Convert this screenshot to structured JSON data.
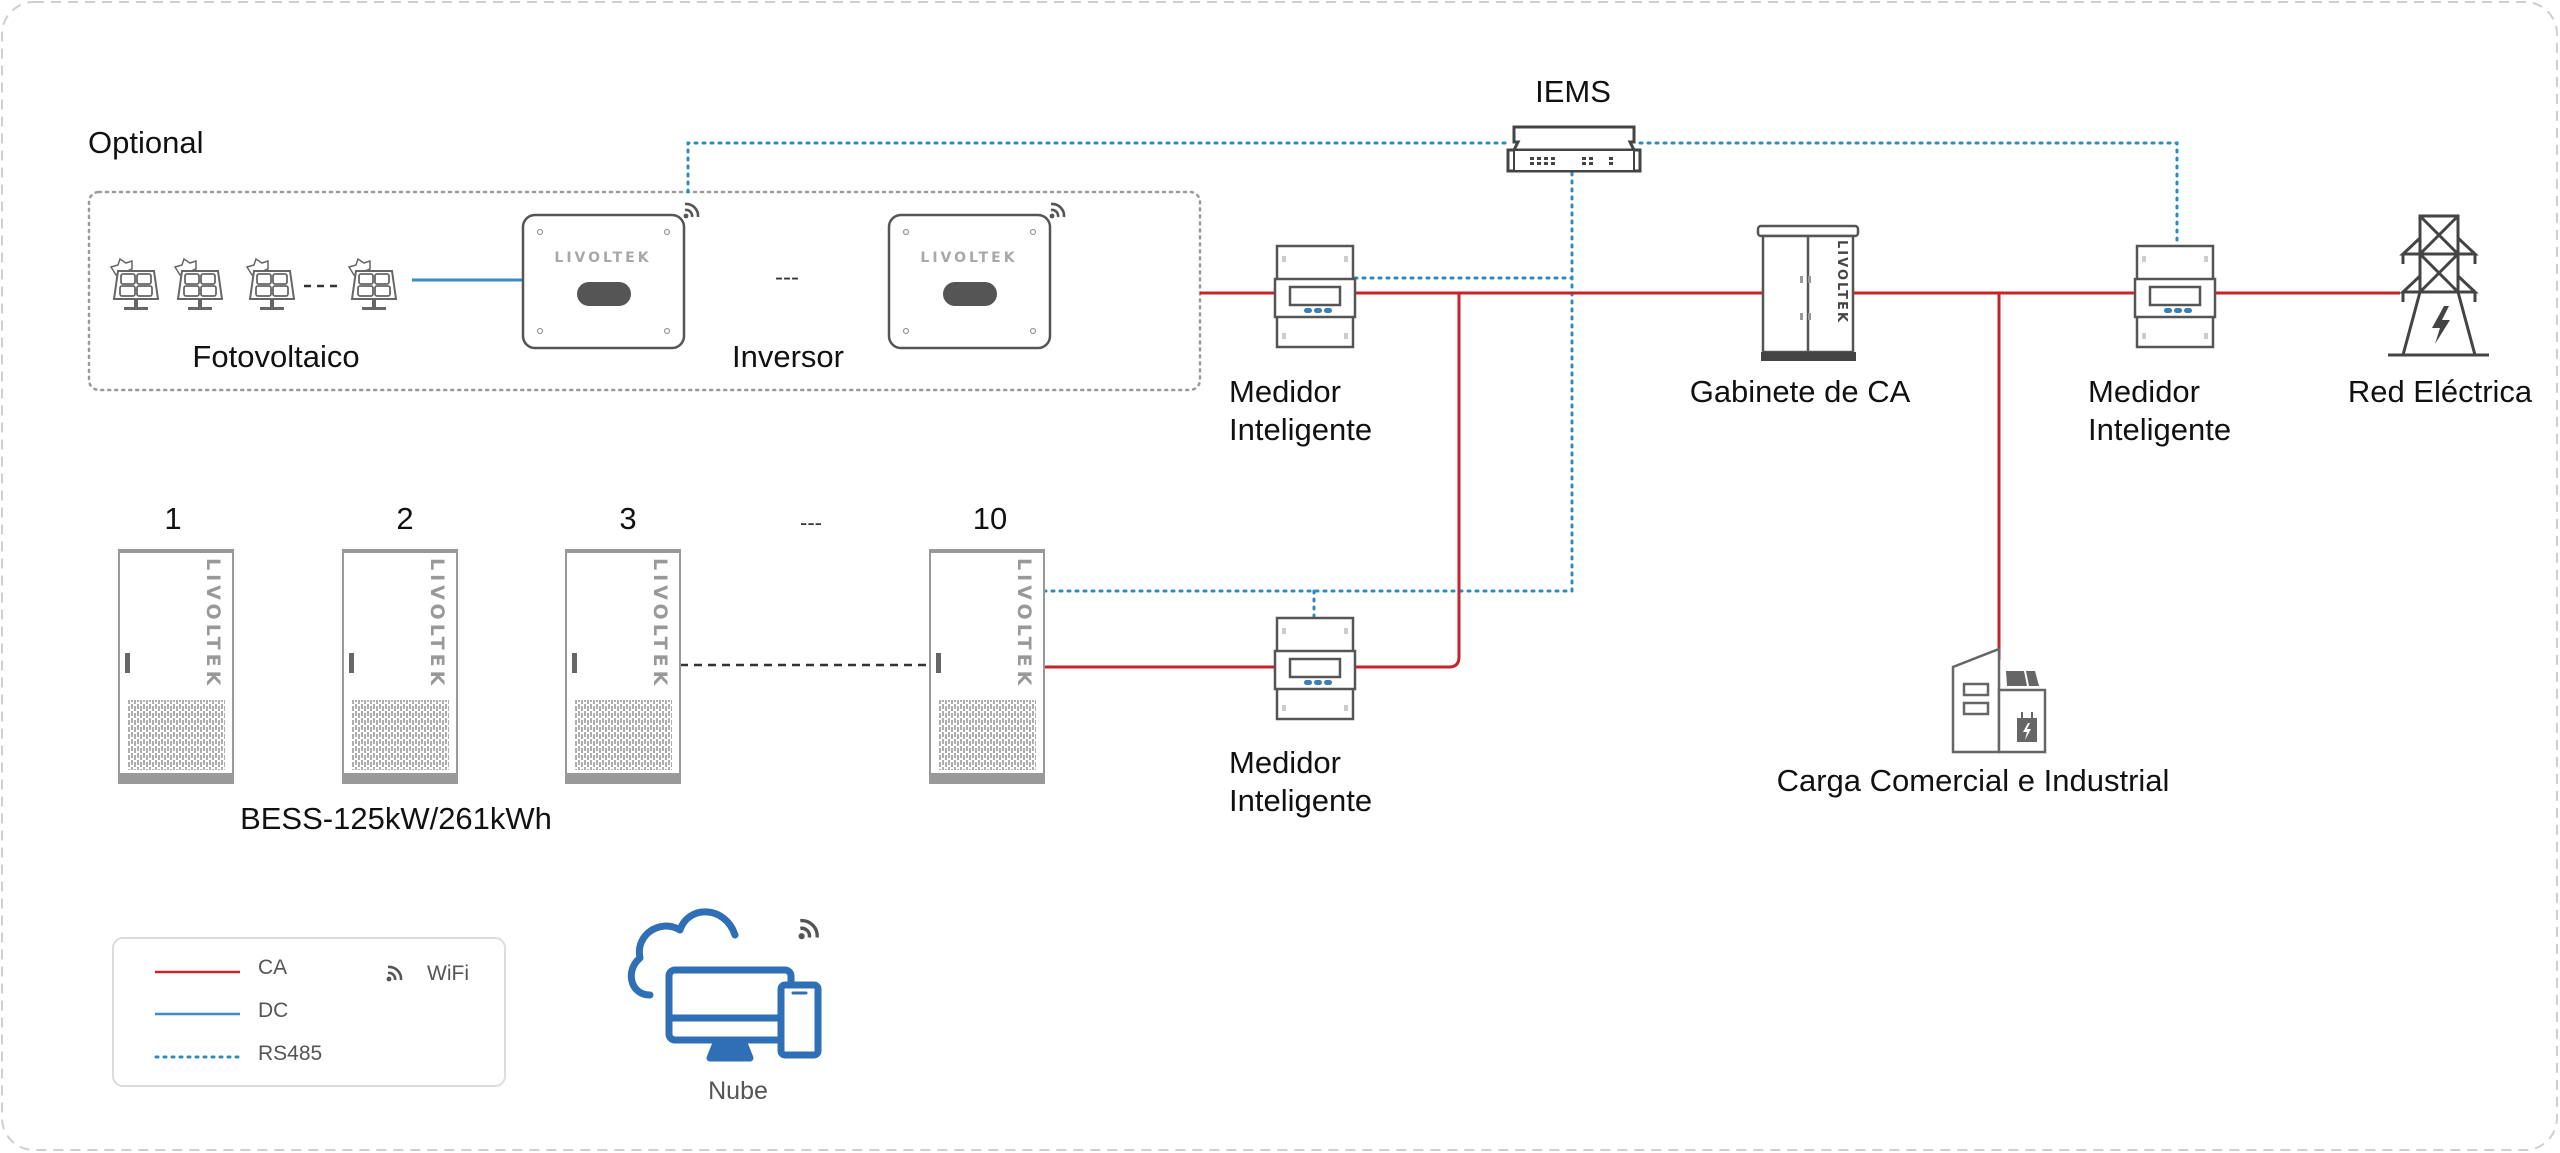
{
  "diagram": {
    "optional_label": "Optional",
    "pv_label": "Fotovoltaico",
    "inverter_label": "Inversor",
    "inverter_ellipsis": "---",
    "iems_label": "IEMS",
    "meter_label_line1": "Medidor",
    "meter_label_line2": "Inteligente",
    "ac_cabinet_label": "Gabinete de CA",
    "grid_label": "Red Eléctrica",
    "load_label": "Carga Comercial e Industrial",
    "bess_label": "BESS-125kW/261kWh",
    "bess_units": [
      "1",
      "2",
      "3",
      "10"
    ],
    "bess_ellipsis": "---",
    "brand_logo": "LIVOLTEK",
    "cloud_label": "Nube"
  },
  "legend": {
    "items": [
      {
        "label": "CA",
        "style": "solid",
        "color": "#c8232c"
      },
      {
        "label": "DC",
        "style": "solid",
        "color": "#3a8dc0"
      },
      {
        "label": "RS485",
        "style": "dotted",
        "color": "#2e8bbd"
      }
    ],
    "wifi_label": "WiFi"
  },
  "colors": {
    "ac": "#c8232c",
    "dc": "#3a8dc0",
    "rs485": "#2e8bbd",
    "device_stroke": "#555555",
    "cloud_blue": "#2f6fb5"
  }
}
